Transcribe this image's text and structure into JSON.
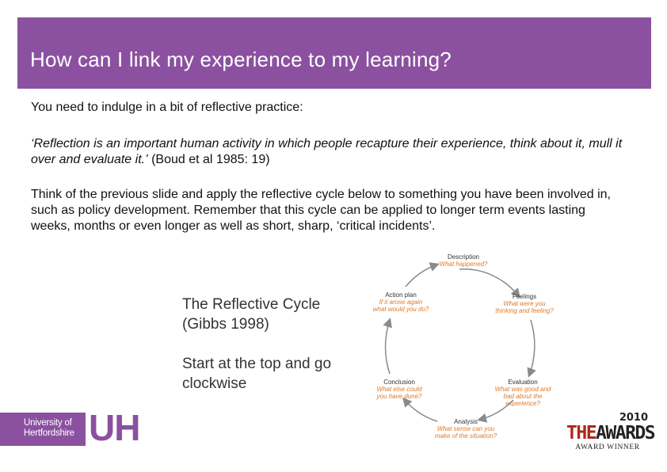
{
  "slide": {
    "title": "How can I link my experience to my learning?",
    "intro": "You need to indulge in a bit of reflective practice:",
    "quote": "‘Reflection is an important human activity in which people recapture their experience, think about it, mull it over and evaluate it.’",
    "quote_source": " (Boud et al 1985: 19)",
    "instruction": "Think of the previous slide and apply the reflective cycle below to something you have been involved in, such as policy development. Remember that this cycle can be applied to longer term events lasting weeks, months or even longer as well as short, sharp, ‘critical incidents’."
  },
  "cycle_caption": {
    "line1": "The Reflective Cycle",
    "line2": "(Gibbs 1998)",
    "line3": "Start at the top and go",
    "line4": "clockwise"
  },
  "cycle": {
    "stages": [
      {
        "label": "Description",
        "question": "What happened?"
      },
      {
        "label": "Feelings",
        "question": "What were you thinking and feeling?"
      },
      {
        "label": "Evaluation",
        "question": "What was good and bad about the experience?"
      },
      {
        "label": "Analysis",
        "question": "What sense can you make of the situation?"
      },
      {
        "label": "Conclusion",
        "question": "What else could you have done?"
      },
      {
        "label": "Action plan",
        "question": "If it arose again what would you do?"
      }
    ],
    "label_color": "#333333",
    "question_color": "#e07a2a"
  },
  "footer": {
    "university_line1": "University of",
    "university_line2": "Hertfordshire",
    "uh_letters": "UH",
    "awards_year": "2010",
    "awards_the": "THE",
    "awards_word": "AWARDS",
    "awards_sub": "AWARD WINNER"
  },
  "colors": {
    "brand_purple": "#8b51a0",
    "awards_red": "#b0261b"
  }
}
